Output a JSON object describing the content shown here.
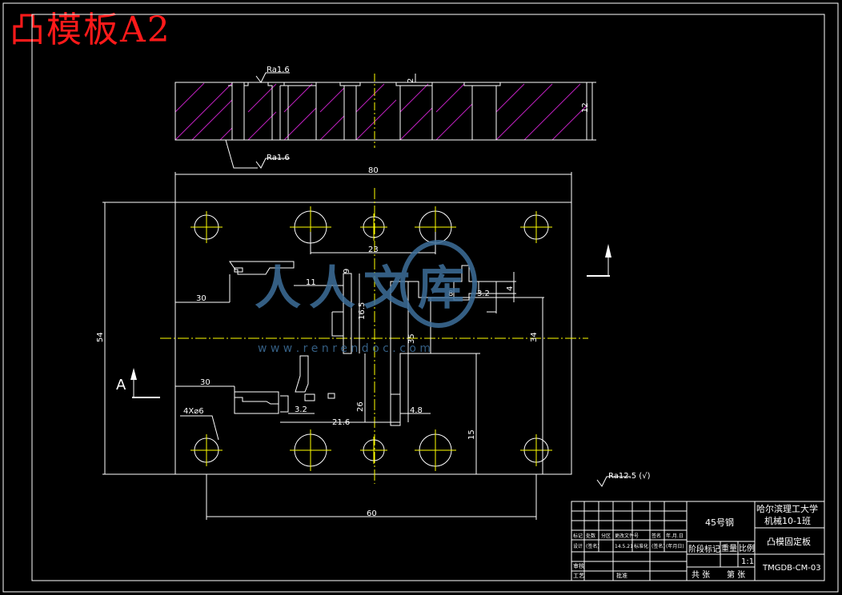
{
  "drawing": {
    "title": "凸模板A2",
    "roughness_top": "Ra1.6",
    "roughness_bottom": "Ra1.6",
    "roughness_general": "Ra12.5 (√)",
    "section_label": "A",
    "hole_note": "4X⌀6"
  },
  "dimensions": {
    "thickness": "12",
    "step": "2",
    "width": "80",
    "height": "54",
    "d23": "23",
    "d11": "11",
    "d30a": "30",
    "d165": "16.5",
    "d9": "9",
    "d8": "8",
    "d32a": "3.2",
    "d4": "4",
    "d35": "35",
    "d34": "34",
    "d30b": "30",
    "d32b": "3.2",
    "d216": "21.6",
    "d26": "26",
    "d48": "4.8",
    "d15": "15",
    "d60": "60"
  },
  "title_block": {
    "material": "45号钢",
    "school": "哈尔滨理工大学",
    "class": "机械10-1班",
    "part_name": "凸模固定板",
    "drawing_no": "TMGDB-CM-03",
    "scale": "1:1",
    "stage_label": "阶段标记",
    "weight_label": "重量",
    "ratio_label": "比例",
    "total_label": "共 张",
    "page_label": "第 张",
    "row_labels": [
      "标记",
      "处数",
      "分区",
      "更改文件号",
      "签名",
      "年.月.日"
    ],
    "row2_labels": [
      "设计",
      "(签名)",
      "14.5.21",
      "标准化",
      "(签名)",
      "(年月日)"
    ],
    "checker": "审核",
    "process": "工艺",
    "approve": "批准"
  },
  "watermark": {
    "text": "人人文库",
    "url": "w w w . r e n r e n d o c . c o m"
  }
}
